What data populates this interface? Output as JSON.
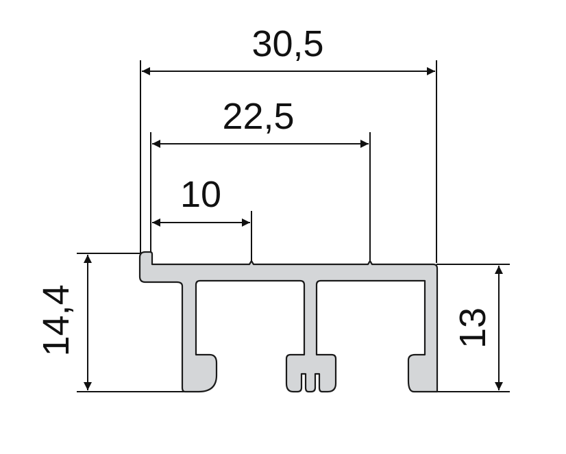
{
  "drawing": {
    "dimensions": {
      "overall_width": "30,5",
      "mid_width": "22,5",
      "inner_width": "10",
      "left_height": "14,4",
      "right_height": "13"
    },
    "colors": {
      "line": "#111111",
      "profile_fill": "#d4d6d8",
      "profile_stroke": "#1a1a1a",
      "background": "#ffffff"
    }
  }
}
